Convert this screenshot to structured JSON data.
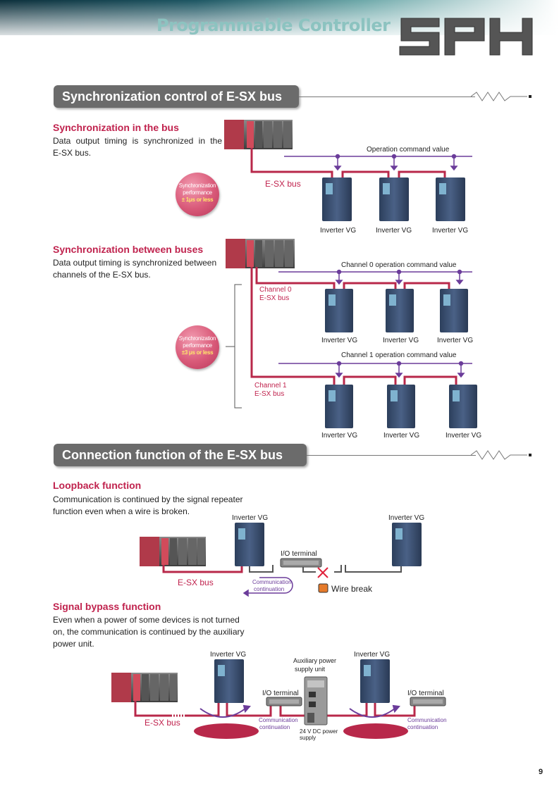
{
  "header": {
    "title": "Programmable Controller",
    "logo_text": "SPH"
  },
  "section1": {
    "title": "Synchronization control of E-SX bus",
    "sync_in_bus": {
      "title": "Synchronization in the bus",
      "text_line1": "Data output timing is synchronized in the",
      "text_line2": "E-SX bus.",
      "badge_line1": "Synchronization",
      "badge_line2": "performance",
      "badge_value": "± 1μs or less",
      "bus_label": "E-SX bus",
      "command_label": "Operation command value",
      "inverters": [
        "Inverter VG",
        "Inverter VG",
        "Inverter VG"
      ]
    },
    "sync_between_buses": {
      "title": "Synchronization between buses",
      "text_line1": "Data output timing is synchronized between",
      "text_line2": "channels of the E-SX bus.",
      "badge_line1": "Synchronization",
      "badge_line2": "performance",
      "badge_value": "±3 μs or less",
      "ch0_label_line1": "Channel 0",
      "ch0_label_line2": "E-SX bus",
      "ch0_command": "Channel 0 operation command value",
      "ch0_inverters": [
        "Inverter VG",
        "Inverter VG",
        "Inverter VG"
      ],
      "ch1_label_line1": "Channel 1",
      "ch1_label_line2": "E-SX bus",
      "ch1_command": "Channel 1 operation command value",
      "ch1_inverters": [
        "Inverter VG",
        "Inverter VG",
        "Inverter VG"
      ]
    }
  },
  "section2": {
    "title": "Connection function of the E-SX bus",
    "loopback": {
      "title": "Loopback function",
      "text_line1": "Communication is continued by the signal repeater",
      "text_line2": "function even when a wire is broken.",
      "inverter_left": "Inverter VG",
      "inverter_right": "Inverter VG",
      "io_terminal": "I/O terminal",
      "bus_label": "E-SX bus",
      "comm_line1": "Communication",
      "comm_line2": "continuation",
      "wire_break": "Wire break"
    },
    "bypass": {
      "title": "Signal bypass function",
      "text_line1": "Even when a power of some devices is not turned",
      "text_line2": "on, the communication is continued by the auxiliary",
      "text_line3": "power unit.",
      "inverter_left": "Inverter VG",
      "inverter_right": "Inverter VG",
      "aux_line1": "Auxiliary power",
      "aux_line2": "supply unit",
      "io_terminal_left": "I/O terminal",
      "io_terminal_right": "I/O terminal",
      "bus_label": "E-SX bus",
      "comm_left_line1": "Communication",
      "comm_left_line2": "continuation",
      "comm_right_line1": "Communication",
      "comm_right_line2": "continuation",
      "dc_line1": "24 V DC power",
      "dc_line2": "supply"
    }
  },
  "page_number": "9",
  "colors": {
    "accent": "#c0234e",
    "bus": "#b8284a",
    "command": "#6b3c9a",
    "section_bar": "#6b6b6b",
    "header_text": "#8cc3c0"
  }
}
